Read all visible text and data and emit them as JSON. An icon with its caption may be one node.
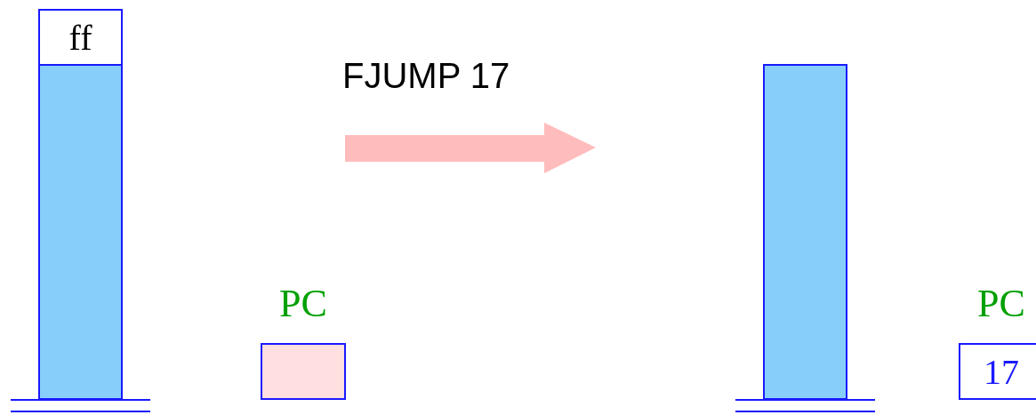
{
  "diagram": {
    "nodes": [
      {
        "text": [],
        "shape": "bar"
      },
      {
        "text": [
          "ff"
        ],
        "in": 0
      },
      {
        "text": [],
        "shape": "box",
        "beside": [
          "PC"
        ]
      },
      {
        "text": [],
        "shape": "bar"
      },
      {
        "text": [
          "17"
        ],
        "beside": [
          "PC"
        ]
      }
    ],
    "labels": [
      "FJUMP 17"
    ]
  }
}
